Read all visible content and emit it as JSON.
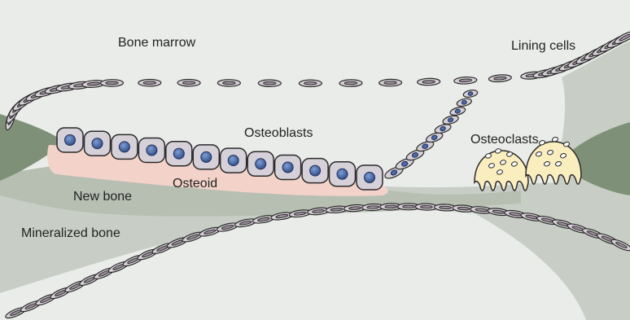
{
  "labels": {
    "bone_marrow": "Bone marrow",
    "lining_cells": "Lining cells",
    "osteoblasts": "Osteoblasts",
    "osteoclasts": "Osteoclasts",
    "osteoid": "Osteoid",
    "new_bone": "New bone",
    "mineralized_bone": "Mineralized bone"
  },
  "colors": {
    "background": "#e9ece8",
    "mineralized_bone": "#c8cec6",
    "new_bone": "#b7bfb2",
    "dark_tissue": "#7f9078",
    "osteoid": "#f3d3c9",
    "osteoblast_nucleus": "#4a6aa6",
    "osteoclast": "#fbeebe"
  }
}
